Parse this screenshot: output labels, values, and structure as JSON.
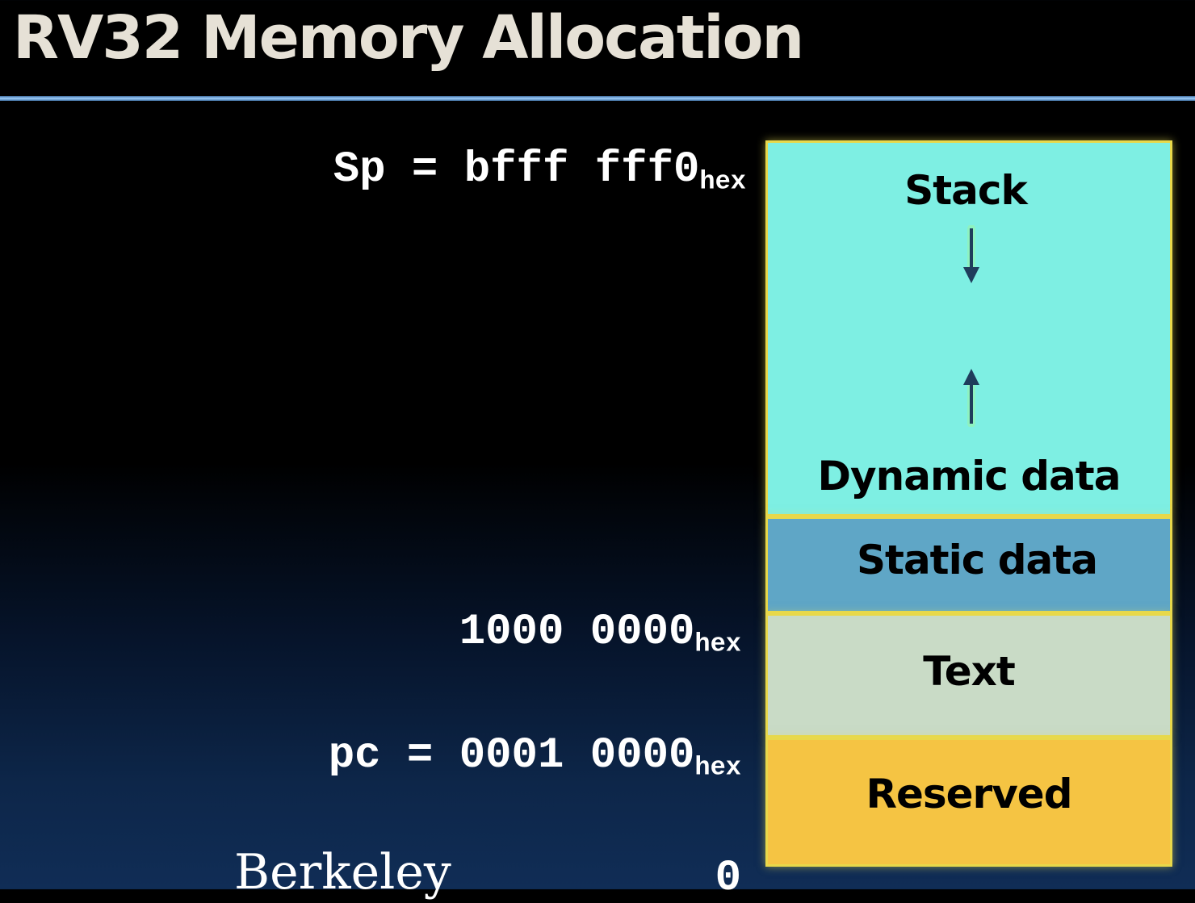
{
  "title": "RV32 Memory Allocation",
  "addresses": {
    "sp": {
      "label": "Sp = bfff fff0",
      "suffix": "hex"
    },
    "static_start": {
      "label": "1000 0000",
      "suffix": "hex"
    },
    "pc": {
      "label": "pc = 0001 0000",
      "suffix": "hex"
    },
    "zero": {
      "label": "0"
    }
  },
  "segments": {
    "stack": "Stack",
    "dynamic": "Dynamic data",
    "static": "Static data",
    "text": "Text",
    "reserved": "Reserved"
  },
  "colors": {
    "stack_dynamic": "#7eefe3",
    "static": "#5fa6c6",
    "text": "#c9dbc6",
    "reserved": "#f5c443",
    "border": "#e8d84a",
    "arrow": "#1f3d5c"
  },
  "logo": "Berkeley"
}
